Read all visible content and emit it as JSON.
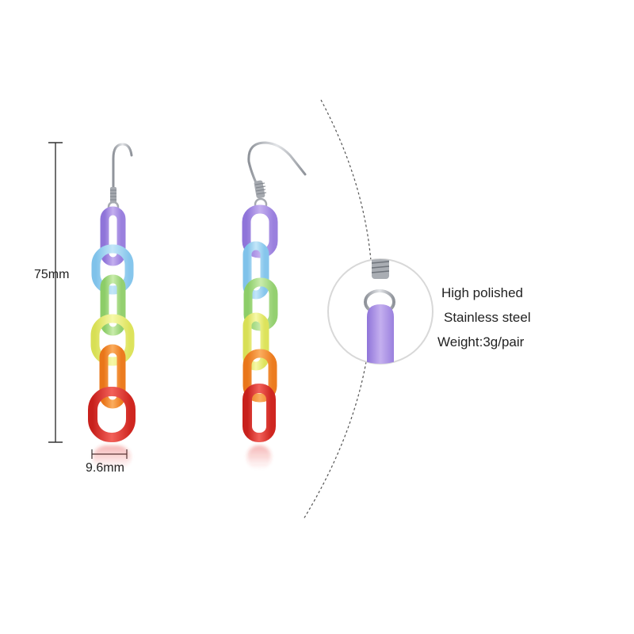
{
  "dimensions": {
    "length": "75mm",
    "width": "9.6mm"
  },
  "features": {
    "line1": "High polished",
    "line2": "Stainless steel",
    "line3": "Weight:3g/pair"
  },
  "colors": {
    "background": "#ffffff",
    "text": "#222222",
    "measure_line": "#333333",
    "hook_silver": "#b9bcc2",
    "links": [
      "#b39be8",
      "#9fd3f2",
      "#a7dd8a",
      "#ecf07a",
      "#f58a2a",
      "#e5332f"
    ]
  }
}
